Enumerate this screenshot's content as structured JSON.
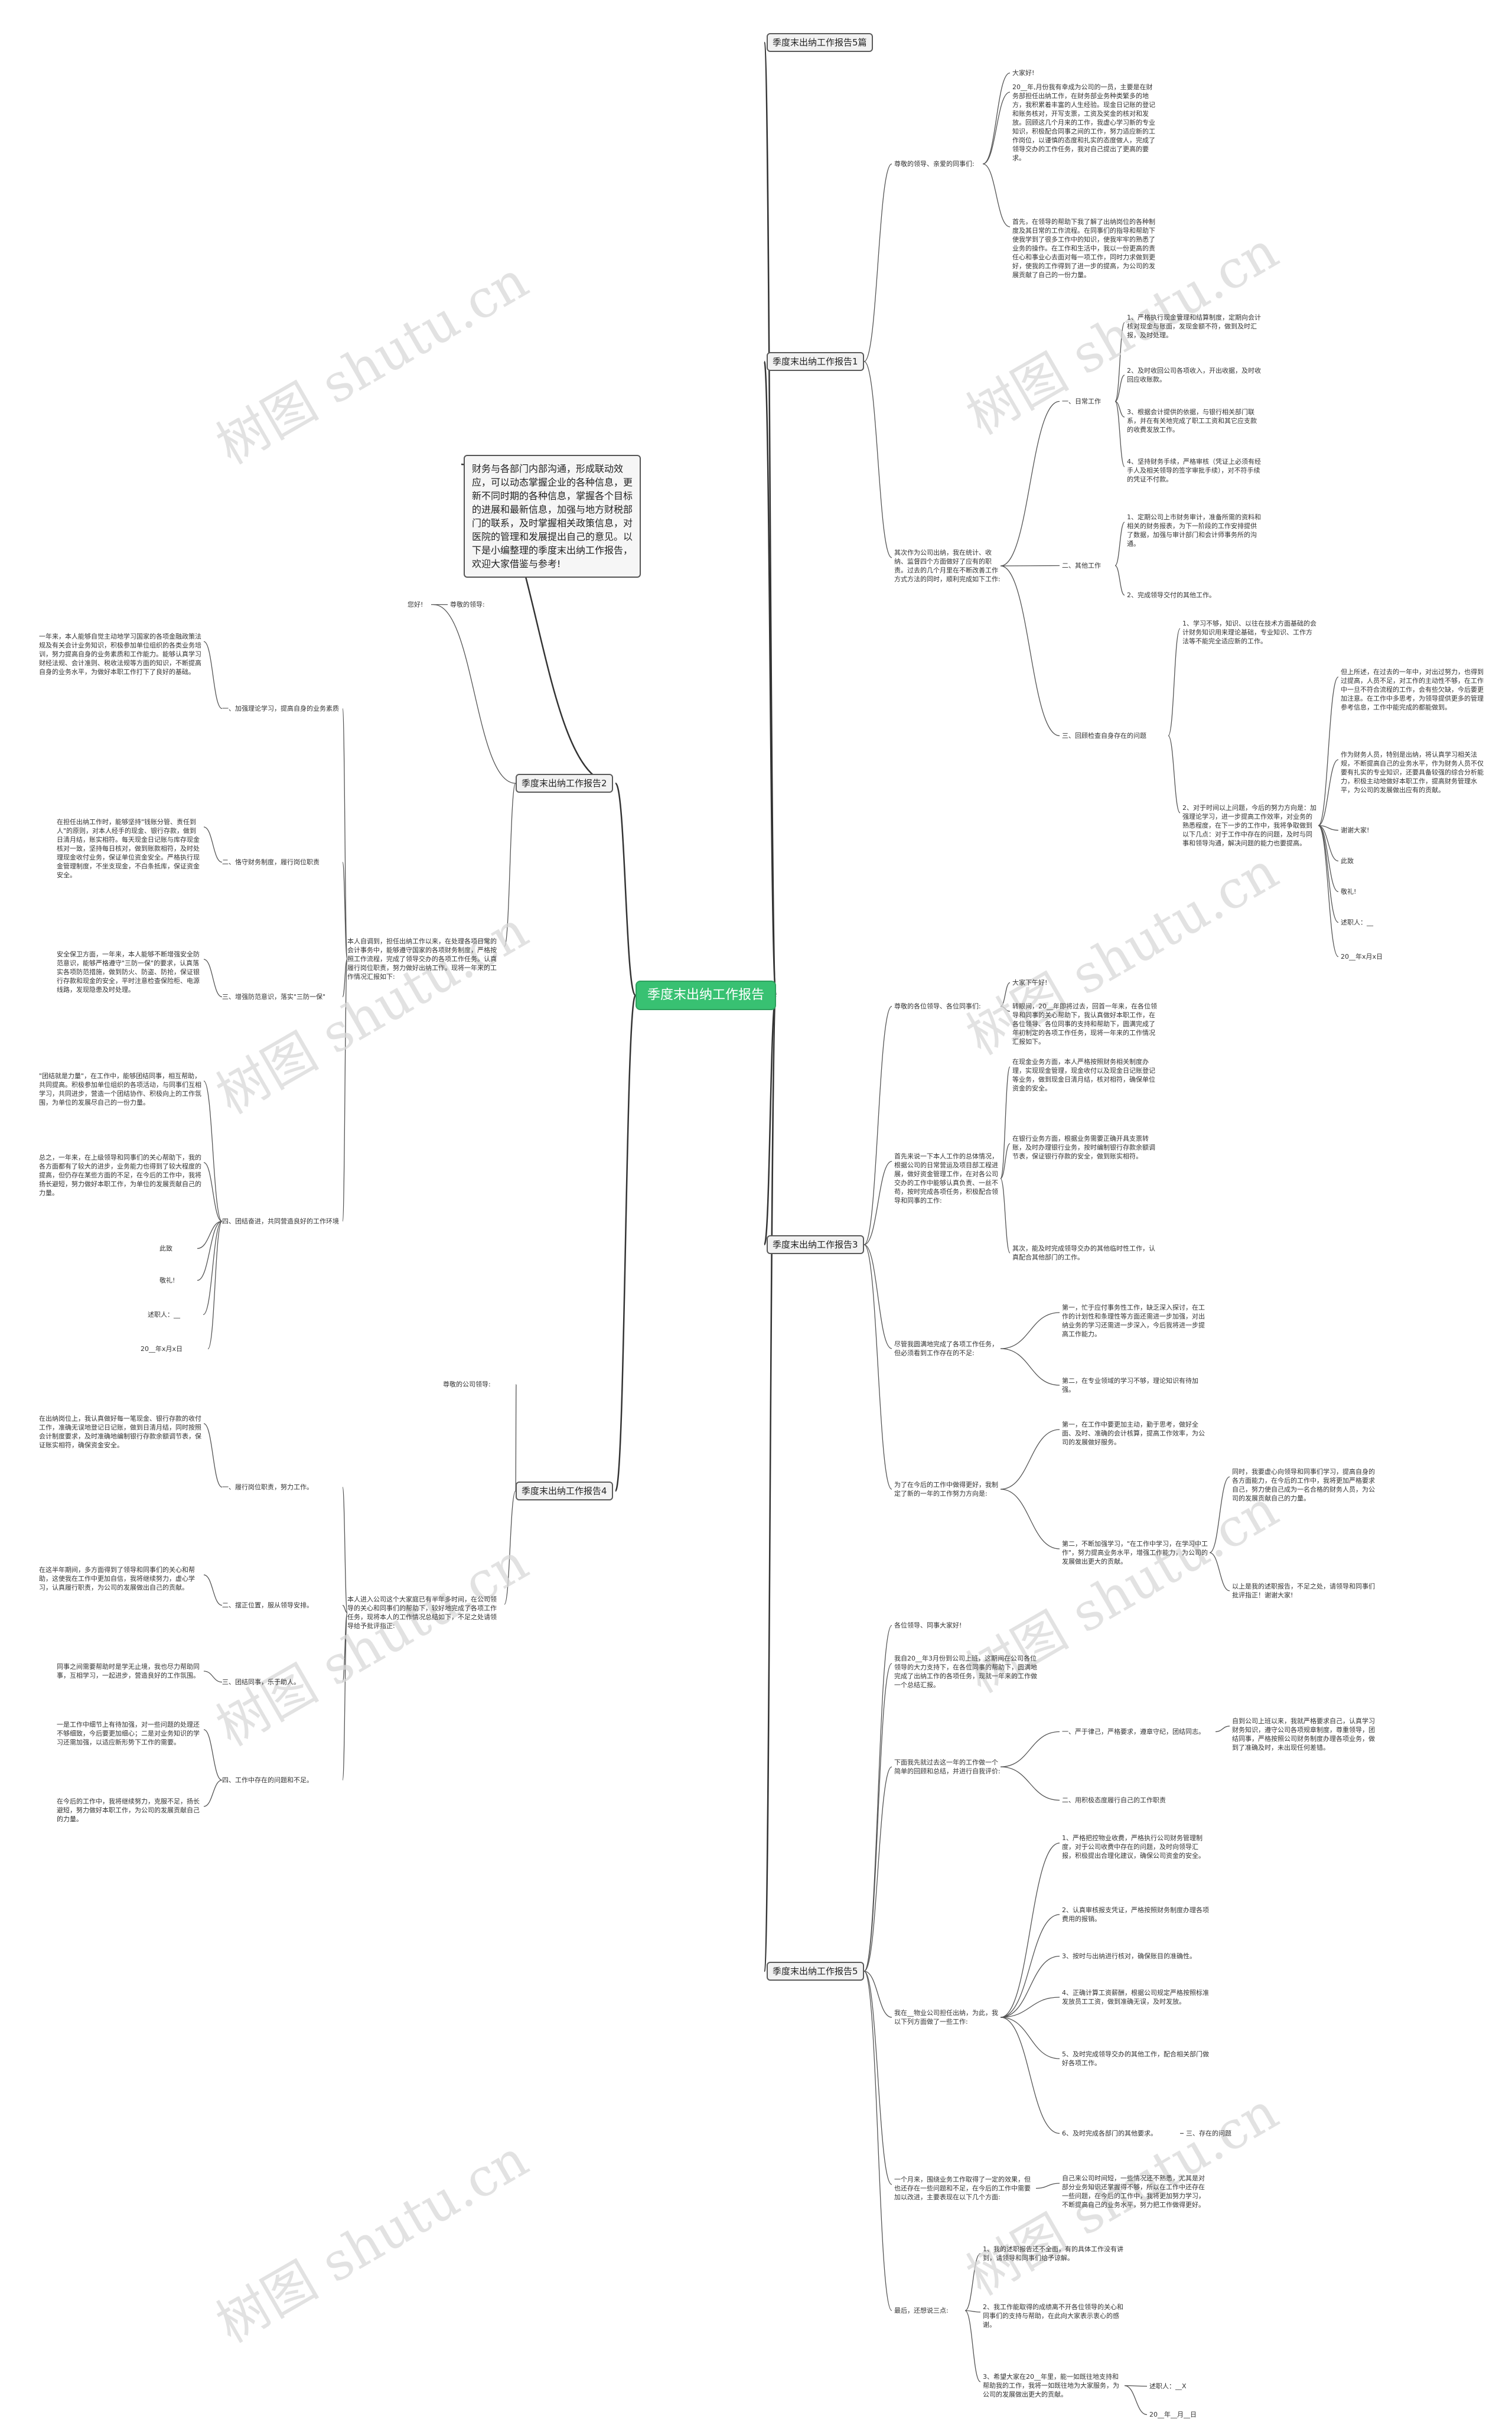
{
  "root": "季度末出纳工作报告",
  "intro": "财务与各部门内部沟通，形成联动效应，可以动态掌握企业的各种信息，更新不同时期的各种信息，掌握各个目标的进展和最新信息，加强与地方财税部门的联系，及时掌握相关政策信息，对医院的管理和发展提出自己的意见。以下是小编整理的季度末出纳工作报告，欢迎大家借鉴与参考!",
  "watermark": "树图 shutu.cn",
  "branches": {
    "b5": "季度末出纳工作报告5篇",
    "b1": "季度末出纳工作报告1",
    "b2": "季度末出纳工作报告2",
    "b3": "季度末出纳工作报告3",
    "b4": "季度末出纳工作报告4",
    "b5b": "季度末出纳工作报告5"
  },
  "r1": {
    "greet": "尊敬的领导、亲爱的同事们:",
    "hi": "大家好!",
    "p1": "20__年,月份我有幸成为公司的一员，主要是在财务部担任出纳工作，在财务部业务种类繁多的地方，我积累着丰富的人生经验。现金日记账的登记和账务核对，开写支票，工资及奖金的核对和发放。回顾这几个月来的工作，我虚心学习新的专业知识，积极配合同事之间的工作，努力适应新的工作岗位，以谨慎的态度和扎实的态度做人，完成了领导交办的工作任务，我对自己提出了更高的要求。",
    "p2": "首先，在领导的帮助下我了解了出纳岗位的各种制度及其日常的工作流程。在同事们的指导和帮助下使我学到了很多工作中的知识，使我牢牢的熟悉了业务的操作。在工作和生活中，我以一份更高的责任心和事业心去面对每一项工作，同时力求做到更好，使我的工作得到了进一步的提高，为公司的发展贡献了自己的一份力量。",
    "summary": "其次作为公司出纳，我在统计、收纳、监督四个方面做好了应有的职责。过去的几个月里在不断改善工作方式方法的同时，顺利完成如下工作:",
    "daily": "一、日常工作",
    "d1": "1、严格执行现金管理和结算制度，定期向会计核对现金与账面，发现金额不符，做到及时汇报，及时处理。",
    "d2": "2、及时收回公司各项收入，开出收据，及时收回应收账款。",
    "d3": "3、根据会计提供的依据，与银行相关部门联系，并在有关地完成了职工工资和其它应支款的收费发放工作。",
    "d4": "4、坚持财务手续，严格审核（凭证上必须有经手人及相关领导的签字审批手续），对不符手续的凭证不付款。",
    "other": "二、其他工作",
    "o1": "1、定期公司上市财务审计，准备所需的资料和相关的财务报表，为下一阶段的工作安排提供了数据，加强与审计部门和会计师事务所的沟通。",
    "o2": "2、完成领导交付的其他工作。",
    "problems": "三、回顾检查自身存在的问题",
    "pr1": "1、学习不够，知识、以往在技术方面基础的会计财务知识用来理论基础，专业知识、工作方法等不能完全适应新的工作。",
    "pr_a": "但上所述，在过去的一年中，对出过努力，也得到过提高，人员不足，对工作的主动性不够，在工作中一旦不符合流程的工作，会有些欠缺，今后要更加注意。在工作中多思考，为领导提供更多的管理参考信息，工作中能完成的都能做到。",
    "pr_b": "作为财务人员，特别是出纳，将认真学习相关法规，不断提高自己的业务水平，作为财务人员不仅要有扎实的专业知识，还要具备较强的综合分析能力，积极主动地做好本职工作，提高财务管理水平，为公司的发展做出应有的贡献。",
    "pr2": "2、对于时间以上问题，今后的努力方向是：加强理论学习，进一步提高工作效率，对业务的熟悉程度，在下一步的工作中，我将争取做到以下几点：对于工作中存在的问题，及时与同事和领导沟通，解决问题的能力也要提高。",
    "thanks": "谢谢大家!",
    "here": "此致",
    "salute": "敬礼!",
    "reporter": "述职人：__",
    "date": "20__年x月x日"
  },
  "r2": {
    "greet": "您好!",
    "greet2": "尊敬的领导:",
    "main": "本人自调到，担任出纳工作以来，在处理各项日常的会计事务中，能够遵守国家的各项财务制度，严格按照工作流程，完成了领导交办的各项工作任务。认真履行岗位职责，努力做好出纳工作。现将一年来的工作情况汇报如下:",
    "s1": "一、加强理论学习，提高自身的业务素质",
    "s1t": "一年来，本人能够自觉主动地学习国家的各项金融政策法规及有关会计业务知识，积极参加单位组织的各类业务培训，努力提高自身的业务素质和工作能力。能够认真学习财经法规、会计准则、税收法规等方面的知识，不断提高自身的业务水平，为做好本职工作打下了良好的基础。",
    "s2": "二、恪守财务制度，履行岗位职责",
    "s2t": "在担任出纳工作时，能够坚持\"钱账分管、责任到人\"的原则，对本人经手的现金、银行存款，做到日清月结，账实相符。每天现金日记账与库存现金核对一致，坚持每日核对，做到账款相符，及时处理现金收付业务，保证单位资金安全。严格执行现金管理制度，不坐支现金，不白条抵库，保证资金安全。",
    "s3": "三、增强防范意识，落实\"三防一保\"",
    "s3t": "安全保卫方面，一年来，本人能够不断增强安全防范意识，能够严格遵守\"三防一保\"的要求，认真落实各项防范措施，做到防火、防盗、防抢，保证银行存款和现金的安全，平时注意检查保险柜、电源线路，发现隐患及时处理。",
    "s4": "四、团结奋进，共同营造良好的工作环境",
    "s4t1": "\"团结就是力量\"，在工作中，能够团结同事，相互帮助，共同提高。积极参加单位组织的各项活动，与同事们互相学习，共同进步，营造一个团结协作、积极向上的工作氛围，为单位的发展尽自己的一份力量。",
    "s4t2": "总之，一年来，在上级领导和同事们的关心帮助下，我的各方面都有了较大的进步，业务能力也得到了较大程度的提高，但仍存在某些方面的不足，在今后的工作中，我将扬长避短，努力做好本职工作，为单位的发展贡献自己的力量。",
    "here": "此致",
    "salute": "敬礼!",
    "reporter": "述职人：__",
    "date": "20__年x月x日"
  },
  "r3": {
    "greet": "尊敬的各位领导、各位同事们:",
    "hi": "大家下午好!",
    "p0": "转眼间，20__年即将过去，回首一年来，在各位领导和同事的关心帮助下，我认真做好本职工作，在各位领导、各位同事的支持和帮助下，圆满完成了年初制定的各项工作任务，现将一年来的工作情况汇报如下。",
    "first": "首先来说一下本人工作的总体情况，根据公司的日常营运及项目部工程进展，做好资金管理工作，在对各公司交办的工作中能够认真负责、一丝不苟，按时完成各项任务，积极配合领导和同事的工作:",
    "f1": "在现金业务方面，本人严格按照财务相关制度办理，实现现金管理，现金收付以及现金日记账登记等业务，做到现金日清月结，核对相符，确保单位资金的安全。",
    "f2": "在银行业务方面，根据业务需要正确开具支票转账，及时办理银行业务，按时编制银行存款余额调节表，保证银行存款的安全，做到账实相符。",
    "f3": "其次，能及时完成领导交办的其他临时性工作，认真配合其他部门的工作。",
    "fault": "尽管我圆满地完成了各项工作任务，但必须看到工作存在的不足:",
    "fa1": "第一，忙于应付事务性工作，缺乏深入探讨，在工作的计划性和条理性等方面还需进一步加强，对出纳业务的学习还需进一步深入，今后我将进一步提高工作能力。",
    "fa2": "第二，在专业领域的学习不够，理论知识有待加强。",
    "future": "为了在今后的工作中做得更好，我制定了新的一年的工作努力方向是:",
    "fu1": "第一，在工作中要更加主动，勤于思考，做好全面、及时、准确的会计核算，提高工作效率，为公司的发展做好服务。",
    "fu2": "第二，不断加强学习，\"在工作中学习，在学习中工作\"，努力提高业务水平，增强工作能力，为公司的发展做出更大的贡献。",
    "fu2b": "同时，我要虚心向领导和同事们学习，提高自身的各方面能力，在今后的工作中，我将更加严格要求自己，努力使自己成为一名合格的财务人员，为公司的发展贡献自己的力量。",
    "end": "以上是我的述职报告，不足之处，请领导和同事们批评指正！谢谢大家!"
  },
  "r4": {
    "greet": "尊敬的公司领导:",
    "main": "本人进入公司这个大家庭已有半年多时间，在公司领导的关心和同事们的帮助下，较好地完成了各项工作任务，现将本人的工作情况总结如下，不足之处请领导给予批评指正:",
    "s1": "一、履行岗位职责，努力工作。",
    "s1t": "在出纳岗位上，我认真做好每一笔现金、银行存款的收付工作，准确无误地登记日记账，做到日清月结，同时按照会计制度要求，及时准确地编制银行存款余额调节表，保证账实相符，确保资金安全。",
    "s2": "二、摆正位置，服从领导安排。",
    "s2t": "在这半年期间，多方面得到了领导和同事们的关心和帮助，这使我在工作中更加自信，我将继续努力，虚心学习，认真履行职责，为公司的发展做出自己的贡献。",
    "s3": "三、团结同事，乐于助人。",
    "s3t": "同事之间需要帮助时是学无止境，我也尽力帮助同事，互相学习，一起进步，营造良好的工作氛围。",
    "s4": "四、工作中存在的问题和不足。",
    "s4t1": "一是工作中细节上有待加强，对一些问题的处理还不够细致，今后要更加细心；二是对业务知识的学习还需加强，以适应新形势下工作的需要。",
    "s4t2": "在今后的工作中，我将继续努力，克服不足，扬长避短，努力做好本职工作，为公司的发展贡献自己的力量。"
  },
  "r5": {
    "greet": "各位领导、同事大家好!",
    "intro": "我自20__年3月份到公司上班，这期间在公司各位领导的大力支持下，在各位同事的帮助下，圆满地完成了出纳工作的各项任务，现就一年来的工作做一个总结汇报。",
    "first": "下面我先就过去这一年的工作做一个简单的回顾和总结，并进行自我评价:",
    "f1": "一、严于律己，严格要求，遵章守纪，团结同志。",
    "f1t": "自到公司上班以来，我就严格要求自己，认真学习财务知识，遵守公司各项规章制度，尊重领导，团结同事，严格按照公司财务制度办理各项业务，做到了准确及时，未出现任何差错。",
    "f2": "二、用积极态度履行自己的工作职责",
    "job": "我在__物业公司担任出纳，为此，我以下列方面做了一些工作:",
    "j1": "1、严格把控物业收费，严格执行公司财务管理制度，对于公司收费中存在的问题，及时向领导汇报，积极提出合理化建议，确保公司资金的安全。",
    "j2": "2、认真审核报支凭证，严格按照财务制度办理各项费用的报销。",
    "j3": "3、按时与出纳进行核对，确保账目的准确性。",
    "j4": "4、正确计算工资薪酬，根据公司规定严格按照标准发放员工工资，做到准确无误，及时发放。",
    "j5": "5、及时完成领导交办的其他工作，配合相关部门做好各项工作。",
    "j6": "6、及时完成各部门的其他要求。",
    "j6b": "三、存在的问题",
    "look": "一个月来，围绕业务工作取得了一定的效果，但也还存在一些问题和不足，在今后的工作中需要加以改进，主要表现在以下几个方面:",
    "lookt": "自己来公司时间短，一些情况还不熟悉，尤其是对部分业务知识还掌握得不够，所以在工作中还存在一些问题，在今后的工作中，我将更加努力学习，不断提高自己的业务水平，努力把工作做得更好。",
    "last": "最后，还想说三点:",
    "l1": "1、我的述职报告还不全面，有的具体工作没有讲到，请领导和同事们给予谅解。",
    "l2": "2、我工作能取得的成绩离不开各位领导的关心和同事们的支持与帮助，在此向大家表示衷心的感谢。",
    "l3": "3、希望大家在20__年里，能一如既往地支持和帮助我的工作，我将一如既往地为大家服务，为公司的发展做出更大的贡献。",
    "reporter": "述职人：__X",
    "date": "20__年__月__日"
  }
}
